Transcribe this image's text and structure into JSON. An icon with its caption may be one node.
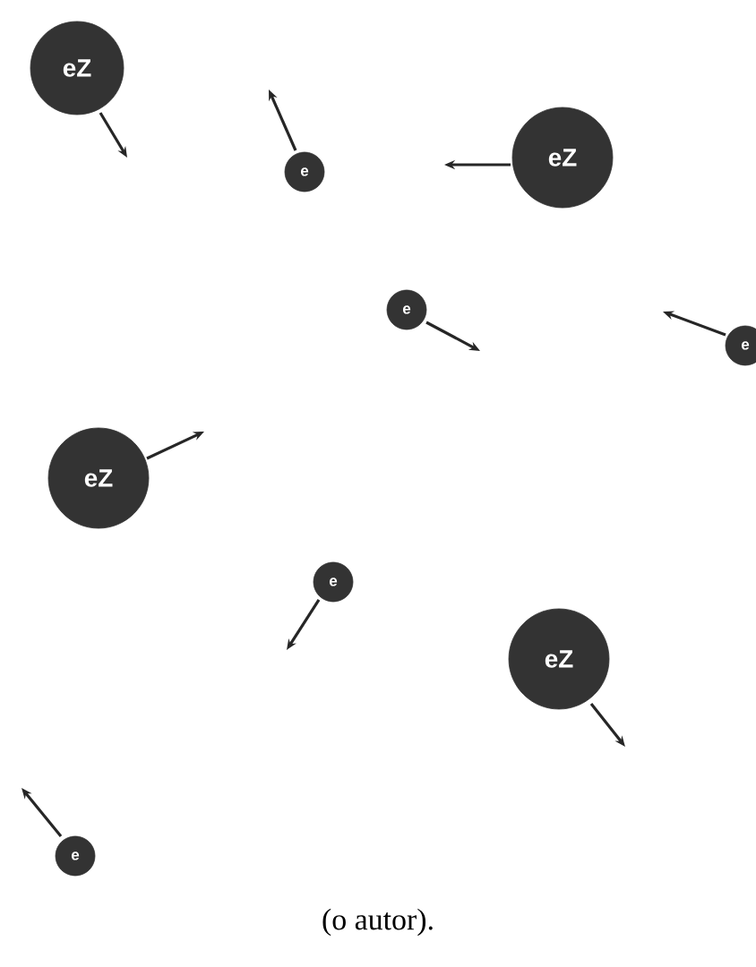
{
  "diagram": {
    "caption": "(o autor).",
    "nodes": [
      {
        "text": [
          "eZ"
        ]
      },
      {
        "text": [
          "e"
        ]
      },
      {
        "text": [
          "eZ"
        ]
      },
      {
        "text": [
          "e"
        ]
      },
      {
        "text": [
          "e"
        ]
      },
      {
        "text": [
          "eZ"
        ]
      },
      {
        "text": [
          "e"
        ]
      },
      {
        "text": [
          "eZ"
        ]
      },
      {
        "text": [
          "e"
        ]
      }
    ]
  }
}
